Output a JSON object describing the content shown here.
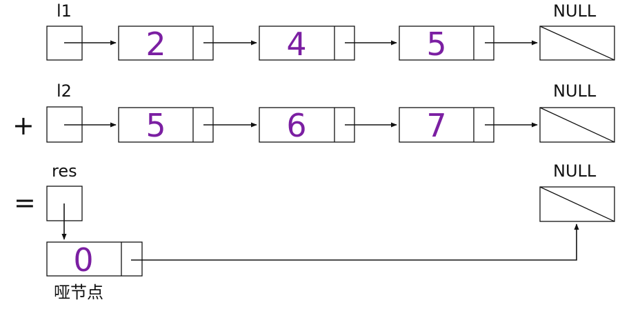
{
  "colors": {
    "value": "#7b1fa2",
    "line": "#111111"
  },
  "labels": {
    "l1": "l1",
    "l2": "l2",
    "res": "res",
    "null_1": "NULL",
    "null_2": "NULL",
    "null_3": "NULL",
    "plus": "+",
    "equals": "=",
    "dummy_node": "哑节点"
  },
  "list1": {
    "values": [
      "2",
      "4",
      "5"
    ]
  },
  "list2": {
    "values": [
      "5",
      "6",
      "7"
    ]
  },
  "result": {
    "dummy_value": "0"
  }
}
